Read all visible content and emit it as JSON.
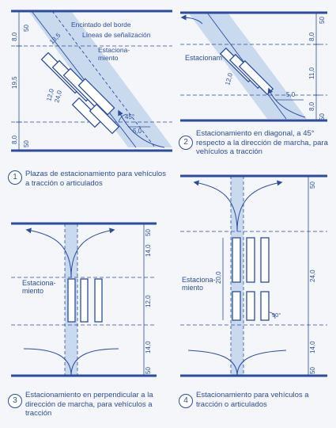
{
  "colors": {
    "ink": "#2c4d9e",
    "lane_fill": "#c9daef",
    "paper": "#f4f6f9"
  },
  "panel1": {
    "label_kerb": "Encintado del borde",
    "label_lines": "Líneas de señalización",
    "label_parking": "Estaciona-\nmiento",
    "dims": [
      "8,0",
      "50",
      "19,5",
      "8,0",
      "50",
      "13,5",
      "12,0",
      "24,0",
      "5,0",
      "45°"
    ],
    "badge": "1",
    "caption": "Plazas de estacionamiento para vehículos a tracción o articulados"
  },
  "panel2": {
    "label_parking": "Estacionam",
    "dims": [
      "8,0",
      "50",
      "11,0",
      "8,0",
      "50",
      "12,0",
      "5,0"
    ],
    "badge": "2",
    "caption": "Estacionamiento en diagonal, a 45° respecto a la dirección de marcha, para vehículos a tracción"
  },
  "panel3": {
    "label_parking": "Estaciona-\nmiento",
    "dims": [
      "50",
      "14,0",
      "12,0",
      "14,0",
      "50"
    ],
    "badge": "3",
    "caption": "Estacionamiento en perpendicular a la dirección de marcha, para vehículos a tracción"
  },
  "panel4": {
    "label_parking": "Estaciona-\nmiento",
    "dims": [
      "50",
      "24,0",
      "20,0",
      "90°",
      "14,0",
      "50"
    ],
    "badge": "4",
    "caption": "Estacionamiento para vehículos a tracción o articulados"
  }
}
